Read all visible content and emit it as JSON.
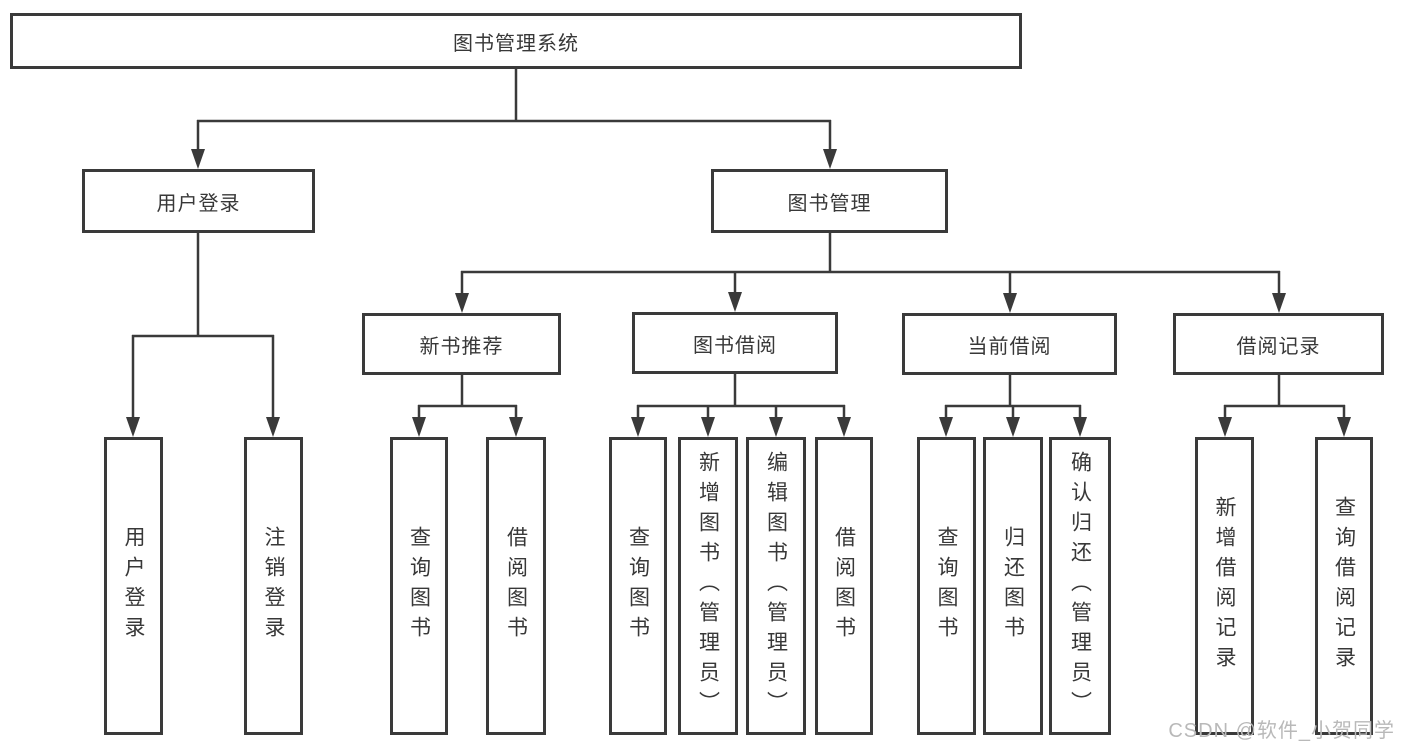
{
  "diagram": {
    "root": {
      "label": "图书管理系统"
    },
    "level2": {
      "user_login": {
        "label": "用户登录"
      },
      "book_management": {
        "label": "图书管理"
      }
    },
    "level3": {
      "new_book_recommend": {
        "label": "新书推荐"
      },
      "book_borrowing": {
        "label": "图书借阅"
      },
      "current_borrowing": {
        "label": "当前借阅"
      },
      "borrowing_records": {
        "label": "借阅记录"
      }
    },
    "leaves": {
      "user_login": [
        {
          "label": "用户登录"
        },
        {
          "label": "注销登录"
        }
      ],
      "new_book_recommend": [
        {
          "label": "查询图书"
        },
        {
          "label": "借阅图书"
        }
      ],
      "book_borrowing": [
        {
          "label": "查询图书"
        },
        {
          "label": "新增图书（管理员）"
        },
        {
          "label": "编辑图书（管理员）"
        },
        {
          "label": "借阅图书"
        }
      ],
      "current_borrowing": [
        {
          "label": "查询图书"
        },
        {
          "label": "归还图书"
        },
        {
          "label": "确认归还（管理员）"
        }
      ],
      "borrowing_records": [
        {
          "label": "新增借阅记录"
        },
        {
          "label": "查询借阅记录"
        }
      ]
    }
  },
  "watermark": {
    "text": "CSDN @软件_小贺同学"
  },
  "colors": {
    "line": "#3a3a3a",
    "text": "#383838",
    "watermark": "#b9b9b9",
    "background": "#ffffff"
  }
}
